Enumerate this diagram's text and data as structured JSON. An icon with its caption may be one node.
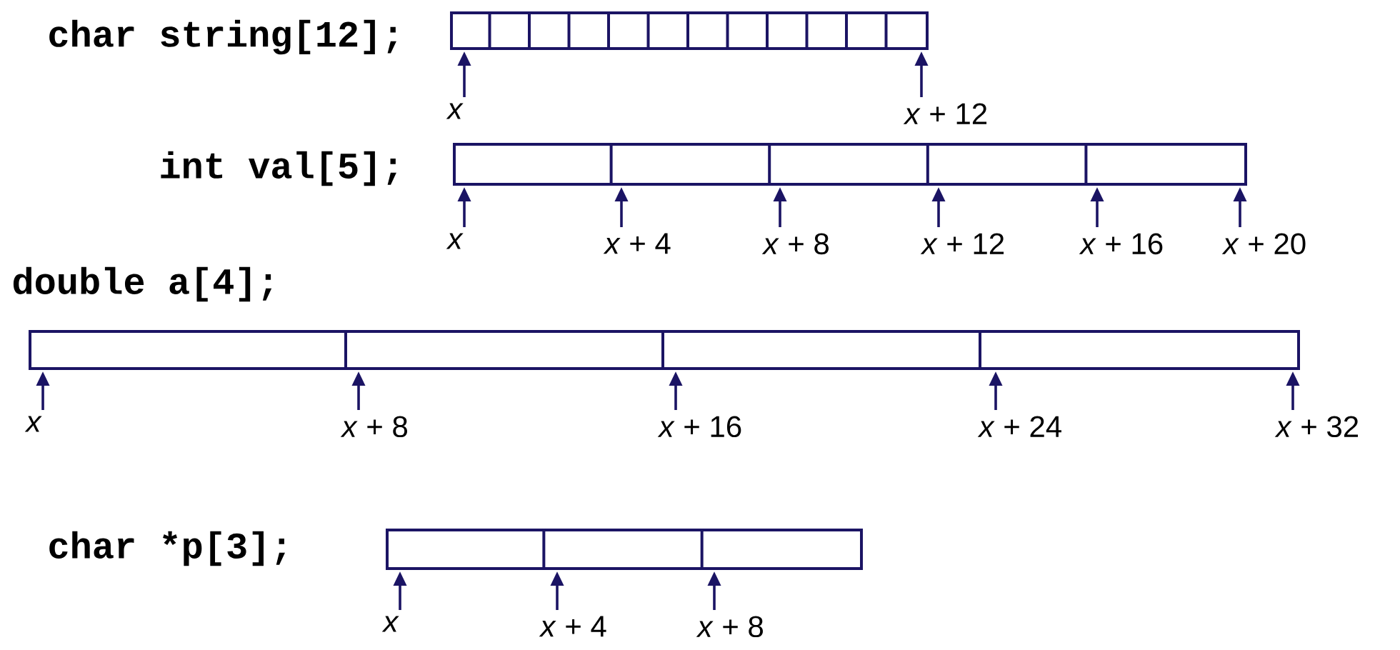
{
  "diagram": {
    "nodes": [
      {
        "text": [],
        "shape": "box",
        "beside": [
          "char string[12];"
        ]
      },
      {
        "text": [
          "x"
        ]
      },
      {
        "text": [
          "*x* + 12"
        ]
      },
      {
        "text": [],
        "shape": "box",
        "beside": [
          "int val[5];"
        ]
      },
      {
        "text": [
          "x"
        ]
      },
      {
        "text": [
          "*x* + 4"
        ]
      },
      {
        "text": [
          "*x* + 8"
        ]
      },
      {
        "text": [
          "*x* + 12"
        ]
      },
      {
        "text": [
          "*x* + 16"
        ]
      },
      {
        "text": [
          "*x* + 20"
        ]
      },
      {
        "text": [],
        "shape": "box",
        "beside": [
          "double a[4];"
        ]
      },
      {
        "text": [
          "x"
        ]
      },
      {
        "text": [
          "*x* + 8"
        ]
      },
      {
        "text": [
          "*x* + 16"
        ]
      },
      {
        "text": [
          "*x* + 24"
        ]
      },
      {
        "text": [
          "*x* + 32"
        ]
      },
      {
        "text": [],
        "shape": "box",
        "beside": [
          "char *p[3];"
        ]
      },
      {
        "text": [
          "x"
        ]
      },
      {
        "text": [
          "*x* + 4"
        ]
      },
      {
        "text": [
          "*x* + 8"
        ]
      }
    ],
    "edges": [
      {
        "from": 1,
        "to": 0,
        "arrow": "to"
      },
      {
        "from": 2,
        "to": 0,
        "arrow": "to"
      },
      {
        "from": 4,
        "to": 3,
        "arrow": "to"
      },
      {
        "from": 5,
        "to": 3,
        "arrow": "to"
      },
      {
        "from": 6,
        "to": 3,
        "arrow": "to"
      },
      {
        "from": 7,
        "to": 3,
        "arrow": "to"
      },
      {
        "from": 8,
        "to": 3,
        "arrow": "to"
      },
      {
        "from": 9,
        "to": 3,
        "arrow": "to"
      },
      {
        "from": 11,
        "to": 10,
        "arrow": "to"
      },
      {
        "from": 12,
        "to": 10,
        "arrow": "to"
      },
      {
        "from": 13,
        "to": 10,
        "arrow": "to"
      },
      {
        "from": 14,
        "to": 10,
        "arrow": "to"
      },
      {
        "from": 15,
        "to": 10,
        "arrow": "to"
      },
      {
        "from": 17,
        "to": 16,
        "arrow": "to"
      },
      {
        "from": 18,
        "to": 16,
        "arrow": "to"
      },
      {
        "from": 19,
        "to": 16,
        "arrow": "to"
      }
    ]
  }
}
